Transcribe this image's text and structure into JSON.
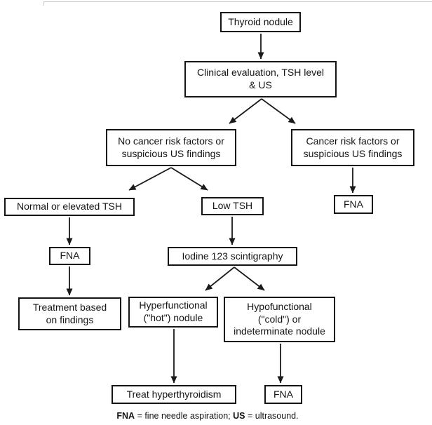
{
  "flowchart": {
    "nodes": {
      "thyroid_nodule": {
        "label": "Thyroid nodule"
      },
      "clinical_eval": {
        "label": "Clinical evaluation, TSH level\n& US"
      },
      "no_cancer_risk": {
        "label": "No cancer risk factors or\nsuspicious US findings"
      },
      "cancer_risk": {
        "label": "Cancer risk factors or\nsuspicious US findings"
      },
      "normal_tsh": {
        "label": "Normal or elevated TSH"
      },
      "low_tsh": {
        "label": "Low TSH"
      },
      "fna_right": {
        "label": "FNA"
      },
      "fna_left": {
        "label": "FNA"
      },
      "iodine_scan": {
        "label": "Iodine 123 scintigraphy"
      },
      "treatment": {
        "label": "Treatment based\non findings"
      },
      "hyperfunctional": {
        "label": "Hyperfunctional\n(\"hot\") nodule"
      },
      "hypofunctional": {
        "label": "Hypofunctional\n(\"cold\") or\nindeterminate nodule"
      },
      "treat_hyperthyroidism": {
        "label": "Treat hyperthyroidism"
      },
      "fna_bottom": {
        "label": "FNA"
      }
    },
    "edges": [
      {
        "from": "Thyroid nodule",
        "to": "Clinical evaluation, TSH level & US"
      },
      {
        "from": "Clinical evaluation, TSH level & US",
        "to": "No cancer risk factors or suspicious US findings"
      },
      {
        "from": "Clinical evaluation, TSH level & US",
        "to": "Cancer risk factors or suspicious US findings"
      },
      {
        "from": "No cancer risk factors or suspicious US findings",
        "to": "Normal or elevated TSH"
      },
      {
        "from": "No cancer risk factors or suspicious US findings",
        "to": "Low TSH"
      },
      {
        "from": "Cancer risk factors or suspicious US findings",
        "to": "FNA"
      },
      {
        "from": "Normal or elevated TSH",
        "to": "FNA"
      },
      {
        "from": "FNA",
        "to": "Treatment based on findings"
      },
      {
        "from": "Low TSH",
        "to": "Iodine 123 scintigraphy"
      },
      {
        "from": "Iodine 123 scintigraphy",
        "to": "Hyperfunctional (\"hot\") nodule"
      },
      {
        "from": "Iodine 123 scintigraphy",
        "to": "Hypofunctional (\"cold\") or indeterminate nodule"
      },
      {
        "from": "Hyperfunctional (\"hot\") nodule",
        "to": "Treat hyperthyroidism"
      },
      {
        "from": "Hypofunctional (\"cold\") or indeterminate nodule",
        "to": "FNA"
      }
    ],
    "colors": {
      "box_border": "#141414",
      "box_fill": "#ffffff",
      "arrow": "#1a1a1a",
      "panel_rule": "#c6c6c6"
    }
  },
  "footnote": {
    "abbr1": "FNA",
    "sep1": " = fine needle aspiration; ",
    "abbr2": "US",
    "sep2": " = ultrasound."
  }
}
